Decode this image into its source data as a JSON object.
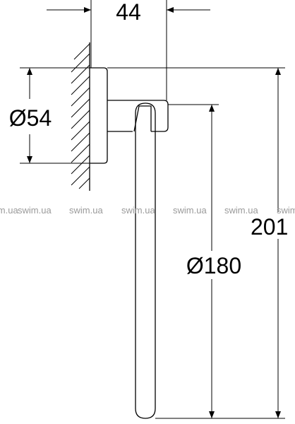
{
  "dimensions": {
    "projection_width": "44",
    "rosette_diameter": "Ø54",
    "ring_diameter": "Ø180",
    "total_height": "201"
  },
  "watermark": {
    "text": "swim.ua",
    "repeats": 6
  },
  "colors": {
    "line": "#000000",
    "watermark": "#9a9a9a",
    "background": "#ffffff"
  }
}
